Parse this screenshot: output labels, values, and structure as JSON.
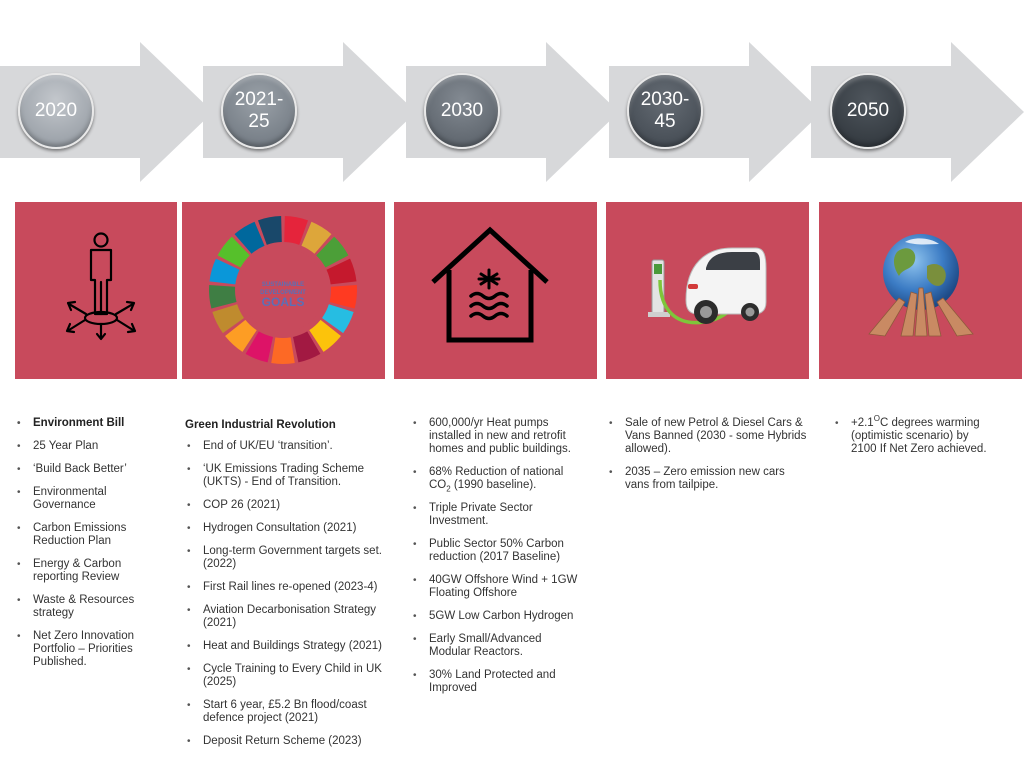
{
  "timeline": [
    {
      "label": "2020"
    },
    {
      "label_line1": "2021-",
      "label_line2": "25"
    },
    {
      "label": "2030"
    },
    {
      "label_line1": "2030-",
      "label_line2": "45"
    },
    {
      "label": "2050"
    }
  ],
  "colors": {
    "arrow": "#d7d8da",
    "panel": "#c84a5c",
    "text": "#333333"
  },
  "icons": [
    "person-directions-icon",
    "sdg-wheel-icon",
    "house-heating-icon",
    "electric-car-charging-icon",
    "earth-hands-icon"
  ],
  "sdg_logo": {
    "line1": "SUSTAINABLE",
    "line2": "DEVELOPMENT",
    "line3": "GOALS"
  },
  "col1": {
    "items": [
      "Environment Bill",
      "25 Year Plan",
      "‘Build Back Better’",
      "Environmental Governance",
      "Carbon Emissions Reduction Plan",
      "Energy & Carbon reporting Review",
      "Waste & Resources strategy",
      "Net Zero Innovation Portfolio – Priorities Published."
    ]
  },
  "col2": {
    "heading": "Green Industrial Revolution",
    "items": [
      "End of UK/EU ‘transition’.",
      "‘UK Emissions Trading Scheme (UKTS)  - End of Transition.",
      "COP 26 (2021)",
      "Hydrogen Consultation (2021)",
      "Long-term Government targets set. (2022)",
      "First Rail lines re-opened (2023-4)",
      "Aviation Decarbonisation Strategy (2021)",
      "Heat and Buildings Strategy (2021)",
      "Cycle Training to Every Child in UK (2025)",
      "Start 6 year, £5.2 Bn flood/coast defence project (2021)",
      "Deposit Return Scheme (2023)"
    ]
  },
  "col3": {
    "items": [
      "600,000/yr Heat pumps installed in new and retrofit homes and public buildings.",
      "68% Reduction of national CO",
      "Triple Private Sector Investment.",
      "Public Sector 50% Carbon reduction (2017 Baseline)",
      "40GW Offshore Wind + 1GW Floating Offshore",
      "5GW Low Carbon Hydrogen",
      "Early Small/Advanced Modular Reactors.",
      "30% Land Protected and Improved"
    ],
    "co2_sub": "2",
    "co2_suffix": " (1990 baseline)."
  },
  "col4": {
    "items": [
      "Sale of new Petrol & Diesel Cars & Vans Banned (2030 - some Hybrids allowed).",
      "2035 – Zero emission new cars vans from tailpipe."
    ]
  },
  "col5": {
    "prefix": "+2.1",
    "sup": "O",
    "suffix": "C  degrees warming (optimistic scenario) by 2100 If Net Zero achieved."
  }
}
